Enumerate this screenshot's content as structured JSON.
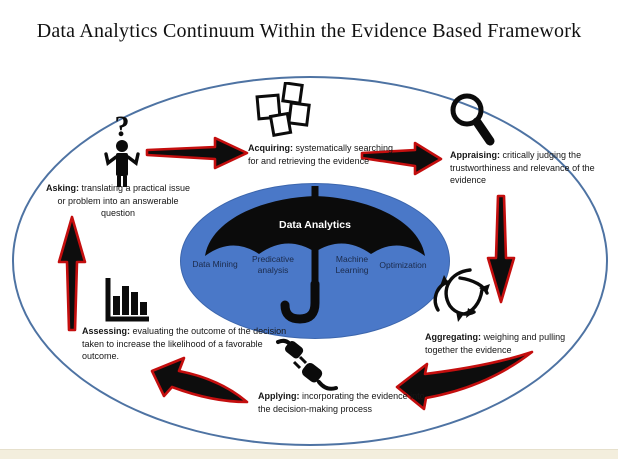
{
  "title": "Data Analytics Continuum Within the Evidence Based  Framework",
  "center": {
    "umbrella_label": "Data Analytics",
    "segments": [
      {
        "label": "Data Mining"
      },
      {
        "label": "Predicative analysis"
      },
      {
        "label": "Machine Learning"
      },
      {
        "label": "Optimization"
      }
    ]
  },
  "stages": [
    {
      "term": "Asking:",
      "desc": "translating a practical issue or problem into an answerable question",
      "icon": "question-person-icon"
    },
    {
      "term": "Acquiring:",
      "desc": "systematically searching for and retrieving the evidence",
      "icon": "documents-icon"
    },
    {
      "term": "Appraising:",
      "desc": "critically judging the trustworthiness and relevance of the evidence",
      "icon": "magnifier-icon"
    },
    {
      "term": "Aggregating:",
      "desc": "weighing and pulling together the evidence",
      "icon": "swirl-arrows-icon"
    },
    {
      "term": "Applying:",
      "desc": "incorporating the evidence into the decision-making process",
      "icon": "plug-icon"
    },
    {
      "term": "Assessing:",
      "desc": "evaluating the outcome of the decision taken to increase the likelihood of a favorable outcome.",
      "icon": "bar-chart-icon"
    }
  ],
  "colors": {
    "outer_ellipse_border": "#4e73a3",
    "center_ellipse_fill": "#4a78c8",
    "umbrella_fill": "#0b0b0b",
    "umbrella_text": "#ffffff",
    "segment_text": "#1b2a4a",
    "arrow_fill": "#0d0d0d",
    "arrow_outline": "#c40e0e",
    "footer_strip": "#f3eedd"
  }
}
